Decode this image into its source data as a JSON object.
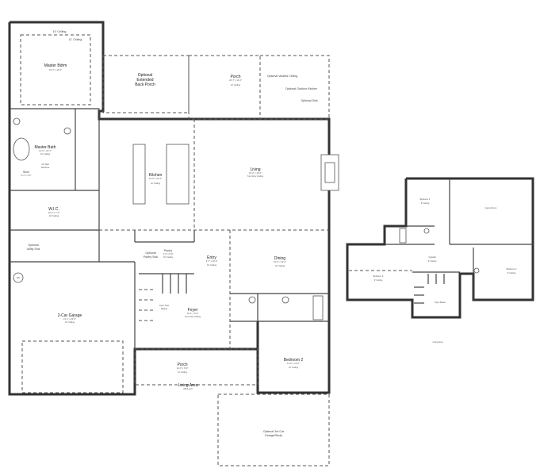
{
  "first_floor": {
    "master_bdrm": {
      "name": "Master Bdrm",
      "size": "15'-4\" x 14'-0\"",
      "ceiling_outer": "10' Ceiling",
      "ceiling_inner": "11' Ceiling"
    },
    "back_porch_opt": {
      "line1": "Optional",
      "line2": "Extended",
      "line3": "Back Porch"
    },
    "porch_rear": {
      "name": "Porch",
      "size": "20'-7\" x 11'-0\"",
      "ceiling": "10' Ceiling"
    },
    "vaulted": "Optional Vaulted Ceiling",
    "outdoor_kitchen": "Optional Outdoor Kitchen",
    "outdoor_sink": "Optional Sink",
    "master_bath": {
      "name": "Master Bath",
      "size": "11'-0\" x 13'-7\"",
      "ceiling": "10' Ceiling",
      "wall_note1": "42\" Wall",
      "wall_note2": "Windows"
    },
    "shower": {
      "name": "Shwr",
      "size": "5'-4\" x 4'-0\""
    },
    "kitchen": {
      "name": "Kitchen",
      "size": "16'-6\" x 21'-6\"",
      "ceiling": "10' Ceiling"
    },
    "living": {
      "name": "Living",
      "size": "20'-2\" x 19'-0\"",
      "ceiling": "Two Story Ceiling"
    },
    "wic": {
      "name": "W.I.C.",
      "size": "10'-4\" x 7'-0\"",
      "ceiling": "10' Ceiling"
    },
    "utility": {
      "line1": "Optional",
      "line2": "Utility Sink"
    },
    "pantry_sink": {
      "line1": "Optional",
      "line2": "Pantry Sink"
    },
    "pantry": {
      "name": "Pantry",
      "size": "4'-0\" x 8'-0\"",
      "ceiling": "10' Ceiling"
    },
    "entry": {
      "name": "Entry",
      "size": "6'-7\" x 10'-0\"",
      "ceiling": "10' Ceiling"
    },
    "dining": {
      "name": "Dining",
      "size": "16'-0\" x 11'-0\"",
      "ceiling": "10' Ceiling"
    },
    "garage": {
      "name": "2-Car Garage",
      "size": "21'-1\" x 20'-5\"",
      "ceiling": "10' Ceiling"
    },
    "water_heater": "WH",
    "stair_rail": {
      "line1": "Open Stair",
      "line2": "Railing"
    },
    "foyer": {
      "name": "Foyer",
      "size": "16'-1\" x 9'-0\"",
      "ceiling": "Two Story Ceiling"
    },
    "porch_front": {
      "name": "Porch",
      "size": "14'-0\" x 8'-0\"",
      "ceiling": "11' Ceiling"
    },
    "bedroom2": {
      "name": "Bedroom 2",
      "size": "11'-0\" x 12'-0\"",
      "ceiling": "10' Ceiling"
    },
    "third_car": {
      "line1": "Optional 3rd Car",
      "line2": "Garage/Study"
    },
    "living_area": {
      "label": "Living Area",
      "value": "2615 sq ft"
    }
  },
  "second_floor": {
    "bedroom4": {
      "name": "Bedroom 4",
      "ceiling": "9' Ceiling"
    },
    "game_room": {
      "name": "Game Room"
    },
    "bedroom5": {
      "name": "Bedroom 5",
      "ceiling": "9' Ceiling"
    },
    "catwalk": {
      "name": "Catwalk",
      "ceiling": "9' Ceiling"
    },
    "bedroom3": {
      "name": "Bedroom 3",
      "ceiling": "9' Ceiling"
    },
    "open_below": {
      "name": "Open Below"
    },
    "living_area": {
      "label": "Living Area"
    }
  }
}
